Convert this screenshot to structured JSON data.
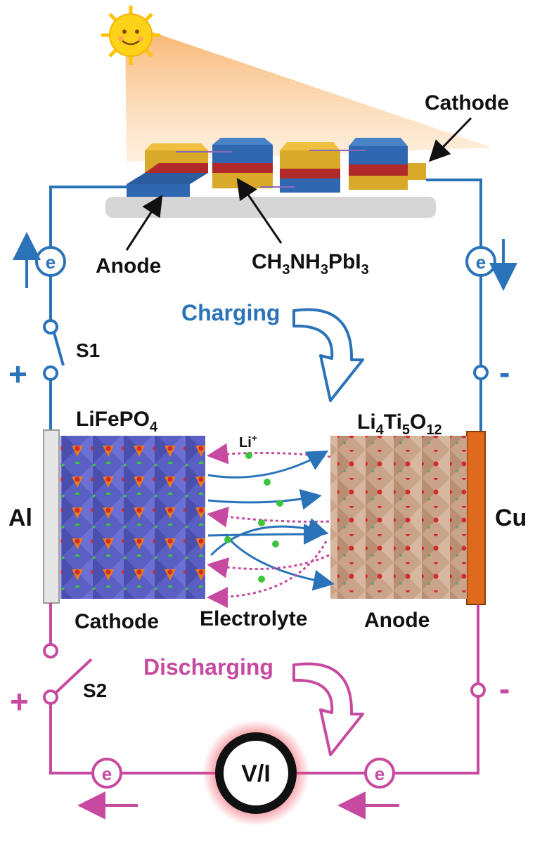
{
  "labels": {
    "cathode_top": "Cathode",
    "anode_top": "Anode",
    "perovskite": {
      "main": "CH",
      "s1": "3",
      "mid": "NH",
      "s2": "3",
      "tail": "PbI",
      "s3": "3"
    },
    "charging": "Charging",
    "discharging": "Discharging",
    "s1": "S1",
    "s2": "S2",
    "plus": "+",
    "minus": "-",
    "electron": "e",
    "lifepo4": {
      "main": "LiFePO",
      "sub": "4"
    },
    "lto": {
      "a": "Li",
      "s1": "4",
      "b": "Ti",
      "s2": "5",
      "c": "O",
      "s3": "12"
    },
    "li_ion": {
      "main": "Li",
      "sup": "+"
    },
    "al": "Al",
    "cu": "Cu",
    "cathode_bottom": "Cathode",
    "electrolyte": "Electrolyte",
    "anode_bottom": "Anode",
    "meter": "V/I"
  },
  "colors": {
    "charge_circuit": "#2a73b8",
    "discharge_circuit": "#c74aa0",
    "cathode_crystal": "#5a5fc4",
    "anode_crystal": "#c9a38a",
    "copper": "#e06a1c",
    "aluminum": "#e6e6e6",
    "sun": "#ffd21a"
  }
}
